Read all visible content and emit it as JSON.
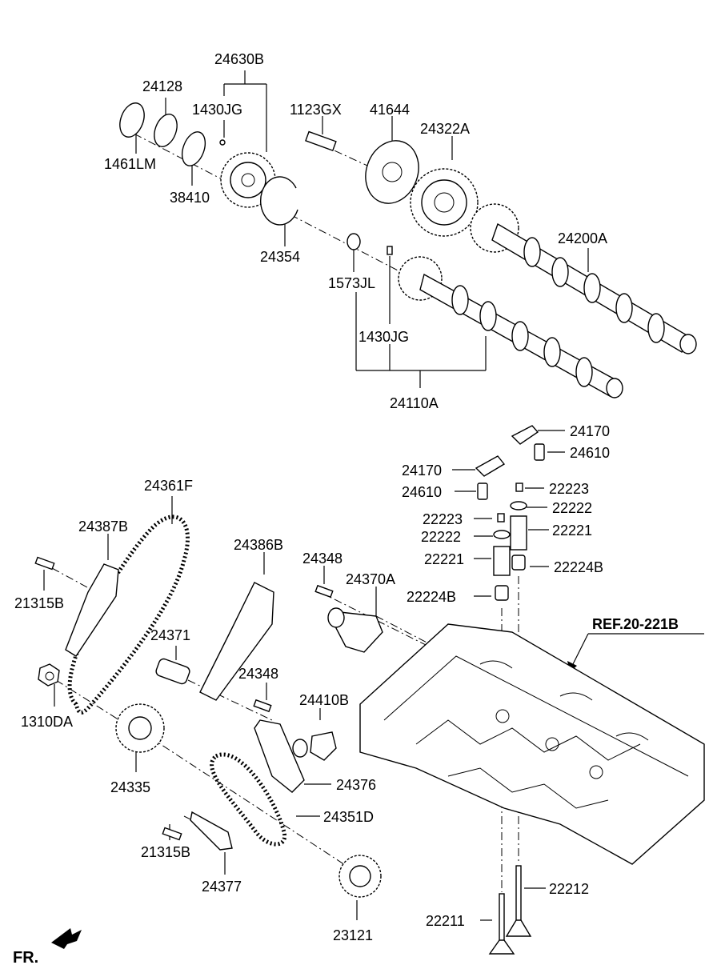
{
  "labels": {
    "p24630B": "24630B",
    "p24128": "24128",
    "p1430JG_top": "1430JG",
    "p1123GX": "1123GX",
    "p41644": "41644",
    "p24322A": "24322A",
    "p1461LM": "1461LM",
    "p38410": "38410",
    "p24354": "24354",
    "p24200A": "24200A",
    "p1573JL": "1573JL",
    "p1430JG_bottom": "1430JG",
    "p24110A": "24110A",
    "p24170_upper": "24170",
    "p24610_upper": "24610",
    "p24170_lower": "24170",
    "p24610_lower": "24610",
    "p22223_right": "22223",
    "p22222_right": "22222",
    "p22223_left": "22223",
    "p22222_left": "22222",
    "p22221_right": "22221",
    "p22221_left": "22221",
    "p22224B_right": "22224B",
    "p22224B_left": "22224B",
    "p24361F": "24361F",
    "p24387B": "24387B",
    "p24386B": "24386B",
    "p24348_upper": "24348",
    "p24370A": "24370A",
    "p21315B_upper": "21315B",
    "p24371": "24371",
    "p24348_lower": "24348",
    "p24410B": "24410B",
    "p1310DA": "1310DA",
    "p24335": "24335",
    "p24376": "24376",
    "p24351D": "24351D",
    "p21315B_lower": "21315B",
    "p24377": "24377",
    "p22212": "22212",
    "p22211": "22211",
    "p23121": "23121"
  },
  "ref": "REF.20-221B",
  "fr": "FR."
}
